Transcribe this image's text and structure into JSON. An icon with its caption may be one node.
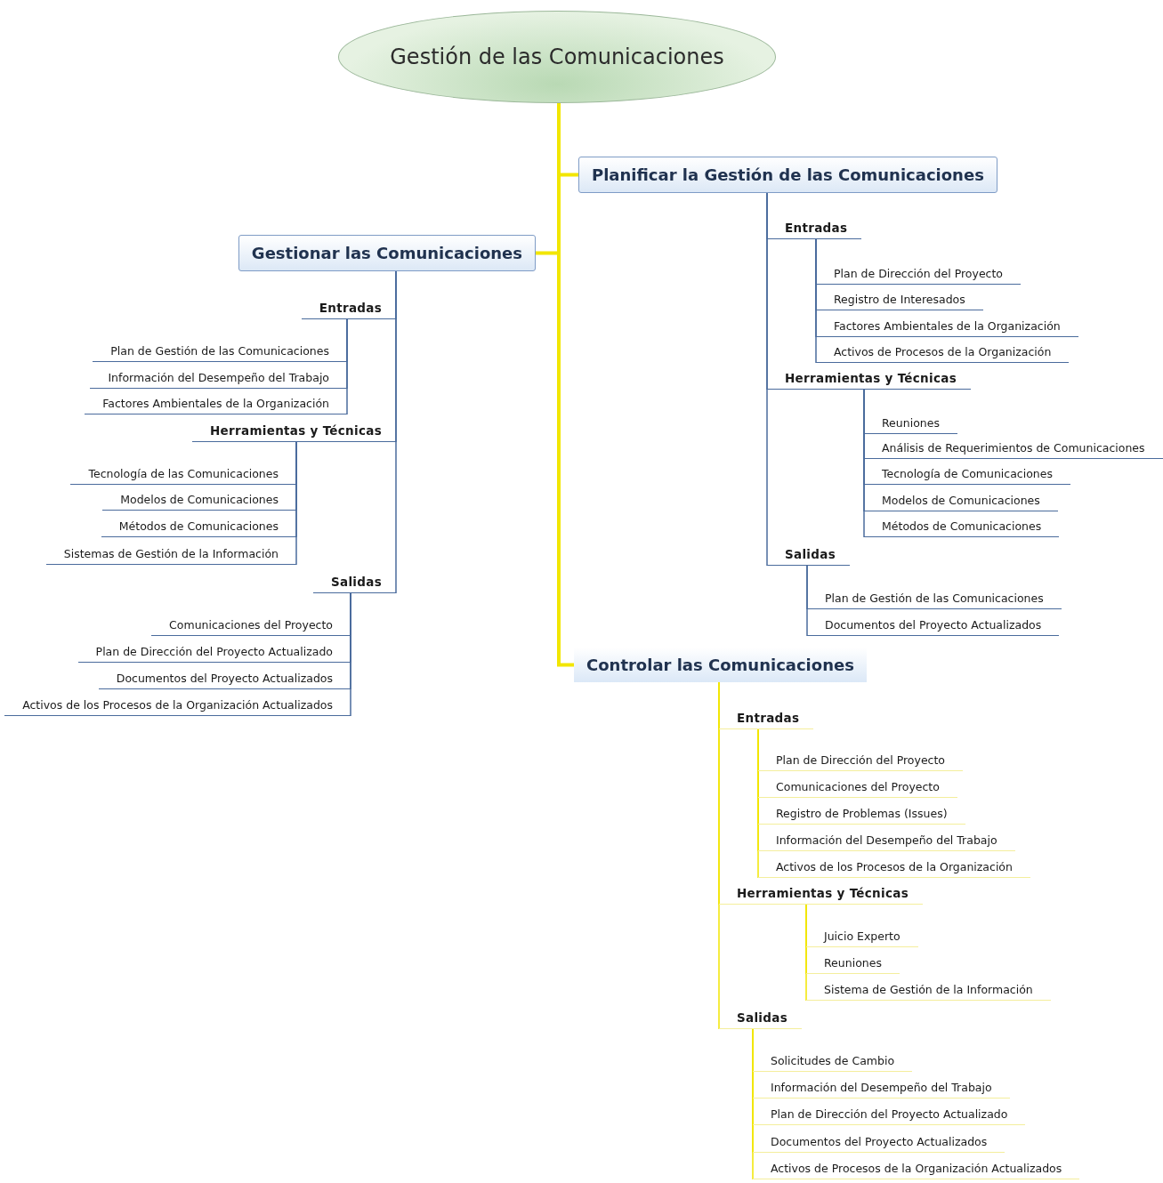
{
  "diagram": {
    "nodes": [
      {
        "text": [
          "Gestión de las Comunicaciones"
        ]
      },
      {
        "text": [
          "Planificar la Gestión de las Comunicaciones"
        ]
      },
      {
        "text": [
          "Entradas"
        ]
      },
      {
        "text": [
          "Plan de Dirección del Proyecto"
        ]
      },
      {
        "text": [
          "Registro de Interesados"
        ]
      },
      {
        "text": [
          "Factores Ambientales de la Organización"
        ]
      },
      {
        "text": [
          "Activos de Procesos de la Organización"
        ]
      },
      {
        "text": [
          "Herramientas y Técnicas"
        ]
      },
      {
        "text": [
          "Reuniones"
        ]
      },
      {
        "text": [
          "Análisis de Requerimientos de Comunicaciones"
        ]
      },
      {
        "text": [
          "Tecnología de Comunicaciones"
        ]
      },
      {
        "text": [
          "Modelos de Comunicaciones"
        ]
      },
      {
        "text": [
          "Métodos de Comunicaciones"
        ]
      },
      {
        "text": [
          "Salidas"
        ]
      },
      {
        "text": [
          "Plan de Gestión de las Comunicaciones"
        ]
      },
      {
        "text": [
          "Documentos del Proyecto Actualizados"
        ]
      },
      {
        "text": [
          "Gestionar las Comunicaciones"
        ]
      },
      {
        "text": [
          "Entradas"
        ]
      },
      {
        "text": [
          "Plan de Gestión de las Comunicaciones"
        ]
      },
      {
        "text": [
          "Información del Desempeño del Trabajo"
        ]
      },
      {
        "text": [
          "Factores Ambientales de la Organización"
        ]
      },
      {
        "text": [
          "Herramientas y Técnicas"
        ]
      },
      {
        "text": [
          "Tecnología de las Comunicaciones"
        ]
      },
      {
        "text": [
          "Modelos de Comunicaciones"
        ]
      },
      {
        "text": [
          "Métodos de Comunicaciones"
        ]
      },
      {
        "text": [
          "Sistemas de Gestión de la Información"
        ]
      },
      {
        "text": [
          "Salidas"
        ]
      },
      {
        "text": [
          "Comunicaciones del Proyecto"
        ]
      },
      {
        "text": [
          "Plan de Dirección del Proyecto Actualizado"
        ]
      },
      {
        "text": [
          "Documentos del Proyecto Actualizados"
        ]
      },
      {
        "text": [
          "Activos de los Procesos de la Organización Actualizados"
        ]
      },
      {
        "text": [
          "Controlar las Comunicaciones"
        ]
      },
      {
        "text": [
          "Entradas"
        ]
      },
      {
        "text": [
          "Plan de Dirección del Proyecto"
        ]
      },
      {
        "text": [
          "Comunicaciones del Proyecto"
        ]
      },
      {
        "text": [
          "Registro de Problemas (Issues)"
        ]
      },
      {
        "text": [
          "Información del Desempeño del Trabajo"
        ]
      },
      {
        "text": [
          "Activos de los Procesos de la Organización"
        ]
      },
      {
        "text": [
          "Herramientas y Técnicas"
        ]
      },
      {
        "text": [
          "Juicio Experto"
        ]
      },
      {
        "text": [
          "Reuniones"
        ]
      },
      {
        "text": [
          "Sistema de Gestión de la Información"
        ]
      },
      {
        "text": [
          "Salidas"
        ]
      },
      {
        "text": [
          "Solicitudes de Cambio"
        ]
      },
      {
        "text": [
          "Información del Desempeño del Trabajo"
        ]
      },
      {
        "text": [
          "Plan de Dirección del Proyecto Actualizado"
        ]
      },
      {
        "text": [
          "Documentos del Proyecto Actualizados"
        ]
      },
      {
        "text": [
          "Activos de Procesos de la Organización Actualizados"
        ]
      }
    ],
    "edges": [
      {
        "from": 0,
        "to": 1,
        "arrow": "none",
        "style": "thick",
        "color": "#f2e600"
      },
      {
        "from": 0,
        "to": 16,
        "arrow": "none",
        "style": "thick",
        "color": "#f2e600"
      },
      {
        "from": 0,
        "to": 31,
        "arrow": "none",
        "style": "thick",
        "color": "#f2e600"
      },
      {
        "from": 1,
        "to": 2,
        "arrow": "none"
      },
      {
        "from": 2,
        "to": 3,
        "arrow": "none"
      },
      {
        "from": 2,
        "to": 4,
        "arrow": "none"
      },
      {
        "from": 2,
        "to": 5,
        "arrow": "none"
      },
      {
        "from": 2,
        "to": 6,
        "arrow": "none"
      },
      {
        "from": 1,
        "to": 7,
        "arrow": "none"
      },
      {
        "from": 7,
        "to": 8,
        "arrow": "none"
      },
      {
        "from": 7,
        "to": 9,
        "arrow": "none"
      },
      {
        "from": 7,
        "to": 10,
        "arrow": "none"
      },
      {
        "from": 7,
        "to": 11,
        "arrow": "none"
      },
      {
        "from": 7,
        "to": 12,
        "arrow": "none"
      },
      {
        "from": 1,
        "to": 13,
        "arrow": "none"
      },
      {
        "from": 13,
        "to": 14,
        "arrow": "none"
      },
      {
        "from": 13,
        "to": 15,
        "arrow": "none"
      },
      {
        "from": 16,
        "to": 17,
        "arrow": "none"
      },
      {
        "from": 17,
        "to": 18,
        "arrow": "none"
      },
      {
        "from": 17,
        "to": 19,
        "arrow": "none"
      },
      {
        "from": 17,
        "to": 20,
        "arrow": "none"
      },
      {
        "from": 16,
        "to": 21,
        "arrow": "none"
      },
      {
        "from": 21,
        "to": 22,
        "arrow": "none"
      },
      {
        "from": 21,
        "to": 23,
        "arrow": "none"
      },
      {
        "from": 21,
        "to": 24,
        "arrow": "none"
      },
      {
        "from": 21,
        "to": 25,
        "arrow": "none"
      },
      {
        "from": 16,
        "to": 26,
        "arrow": "none"
      },
      {
        "from": 26,
        "to": 27,
        "arrow": "none"
      },
      {
        "from": 26,
        "to": 28,
        "arrow": "none"
      },
      {
        "from": 26,
        "to": 29,
        "arrow": "none"
      },
      {
        "from": 26,
        "to": 30,
        "arrow": "none"
      },
      {
        "from": 31,
        "to": 32,
        "arrow": "none",
        "color": "#f2e600"
      },
      {
        "from": 32,
        "to": 33,
        "arrow": "none",
        "color": "#f2e600"
      },
      {
        "from": 32,
        "to": 34,
        "arrow": "none",
        "color": "#f2e600"
      },
      {
        "from": 32,
        "to": 35,
        "arrow": "none",
        "color": "#f2e600"
      },
      {
        "from": 32,
        "to": 36,
        "arrow": "none",
        "color": "#f2e600"
      },
      {
        "from": 32,
        "to": 37,
        "arrow": "none",
        "color": "#f2e600"
      },
      {
        "from": 31,
        "to": 38,
        "arrow": "none",
        "color": "#f2e600"
      },
      {
        "from": 38,
        "to": 39,
        "arrow": "none",
        "color": "#f2e600"
      },
      {
        "from": 38,
        "to": 40,
        "arrow": "none",
        "color": "#f2e600"
      },
      {
        "from": 38,
        "to": 41,
        "arrow": "none",
        "color": "#f2e600"
      },
      {
        "from": 31,
        "to": 42,
        "arrow": "none",
        "color": "#f2e600"
      },
      {
        "from": 42,
        "to": 43,
        "arrow": "none",
        "color": "#f2e600"
      },
      {
        "from": 42,
        "to": 44,
        "arrow": "none",
        "color": "#f2e600"
      },
      {
        "from": 42,
        "to": 45,
        "arrow": "none",
        "color": "#f2e600"
      },
      {
        "from": 42,
        "to": 46,
        "arrow": "none",
        "color": "#f2e600"
      },
      {
        "from": 42,
        "to": 47,
        "arrow": "none",
        "color": "#f2e600"
      }
    ]
  }
}
